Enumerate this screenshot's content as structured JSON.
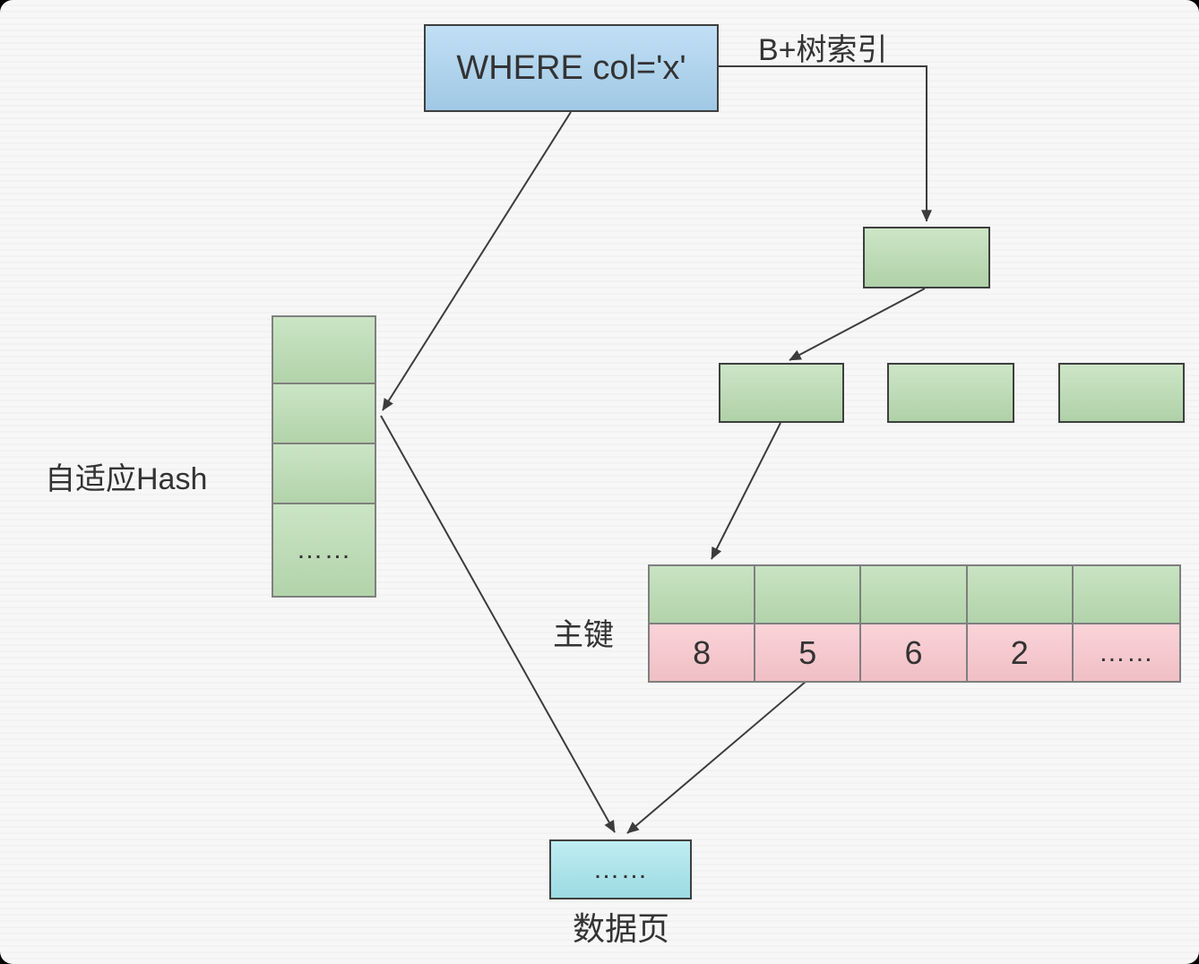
{
  "colors": {
    "background": "#f7f7f8",
    "box_border": "#3f3f3f",
    "grid_border": "#7f7f7f",
    "line": "#3c3c3c",
    "text": "#333333",
    "blue": "#a9d3f1",
    "green": "#b9dcb1",
    "pink": "#f9c7cd",
    "cyan": "#a5e6ee"
  },
  "query_box": {
    "label": "WHERE col='x'"
  },
  "labels": {
    "btree_index": "B+树索引",
    "adaptive_hash": "自适应Hash",
    "primary_key": "主键",
    "data_page": "数据页"
  },
  "hash_stack": {
    "cells": [
      "",
      "",
      "",
      "……"
    ]
  },
  "btree": {
    "root": "",
    "children": [
      "",
      "",
      ""
    ]
  },
  "pk_table": {
    "header_cells": [
      "",
      "",
      "",
      "",
      ""
    ],
    "values": [
      "8",
      "5",
      "6",
      "2",
      "……"
    ]
  },
  "data_page_box": {
    "label": "……"
  }
}
